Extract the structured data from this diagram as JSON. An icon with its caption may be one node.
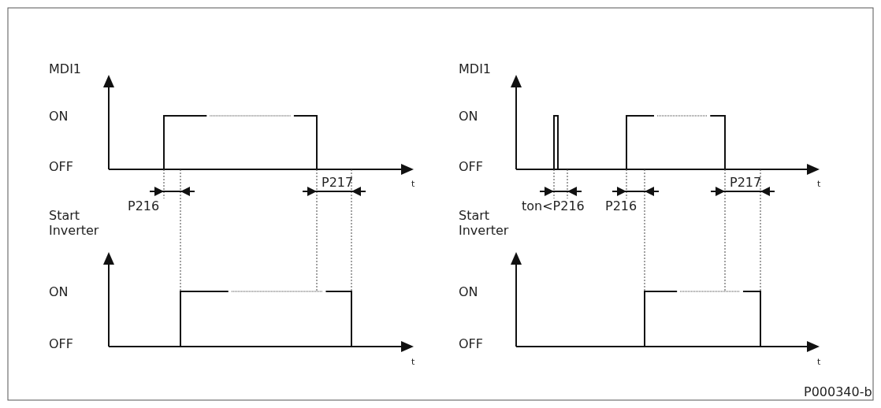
{
  "diagram": {
    "labels": [
      "MDI1",
      "ON",
      "OFF",
      "t",
      "P216",
      "P217",
      "Start Inverter",
      "ON",
      "OFF",
      "t",
      "MDI1",
      "ON",
      "OFF",
      "t",
      "ton<P216",
      "P216",
      "P217",
      "Start Inverter",
      "ON",
      "OFF",
      "t",
      "P000340-b"
    ]
  }
}
